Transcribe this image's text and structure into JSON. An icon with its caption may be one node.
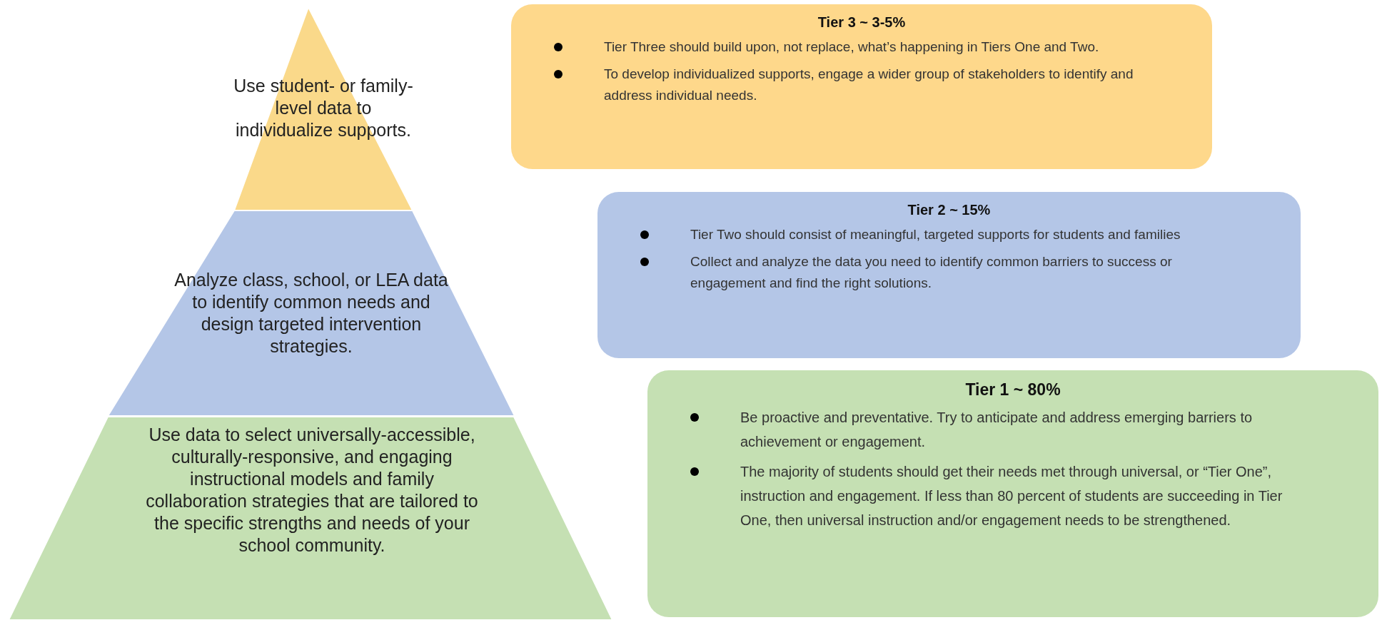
{
  "diagram": {
    "nodes": [
      {
        "text": [
          "Use student- or family-level data to individualize supports."
        ]
      },
      {
        "text": [
          "Analyze class, school, or LEA data to identify common needs and design targeted intervention strategies."
        ]
      },
      {
        "text": [
          "Use data to select universally-accessible, culturally-responsive, and engaging instructional models and family collaboration strategies that are tailored to the specific strengths and needs of your school community."
        ]
      },
      {
        "text": [
          "Tier 3 ~ 3-5%",
          "Tier Three should build upon, not replace, what’s happening in Tiers One and Two.",
          "To develop individualized supports, engage a wider group of stakeholders to identify and address individual needs."
        ]
      },
      {
        "text": [
          "Tier 2 ~ 15%",
          "Tier Two should consist of meaningful, targeted supports for students and families",
          "Collect and analyze the data you need to identify common barriers to success or engagement and find the right solutions."
        ]
      },
      {
        "text": [
          "Tier 1 ~ 80%",
          "Be proactive and preventative. Try to anticipate and address emerging barriers to achievement or engagement.",
          "The majority of students should get their needs met through universal, or “Tier One”, instruction and engagement. If less than 80 percent of students are succeeding in Tier One, then universal instruction and/or engagement needs to be strengthened."
        ]
      }
    ]
  }
}
